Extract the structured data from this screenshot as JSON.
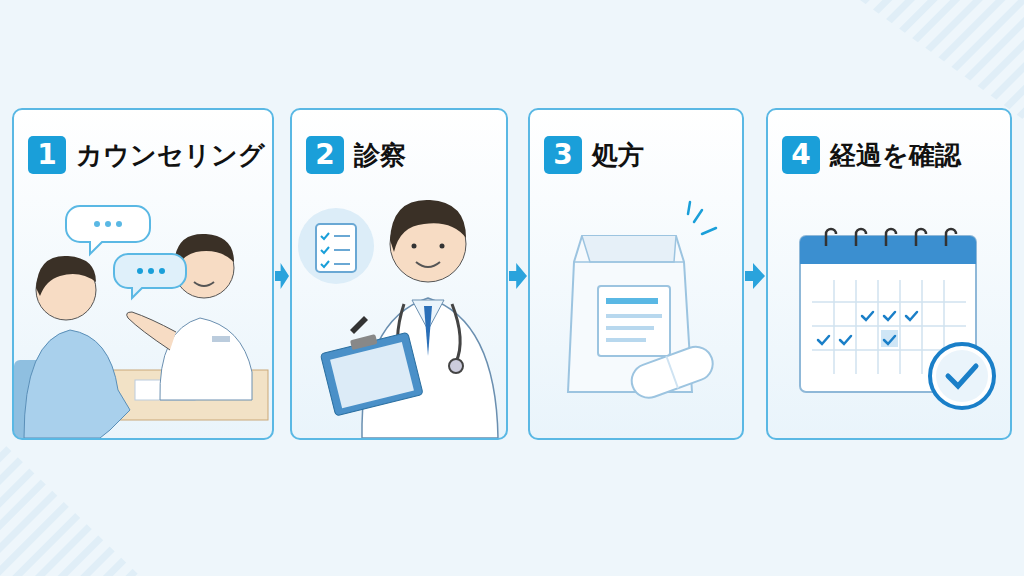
{
  "diagram": {
    "nodes": [
      {
        "text": [
          "1",
          "カウンセリング"
        ]
      },
      {
        "text": [
          "2",
          "診察"
        ]
      },
      {
        "text": [
          "3",
          "処方"
        ]
      },
      {
        "text": [
          "4",
          "経過を確認"
        ]
      }
    ],
    "edges": [
      {
        "from": 0,
        "to": 1,
        "arrow": "to"
      },
      {
        "from": 1,
        "to": 2,
        "arrow": "to"
      },
      {
        "from": 2,
        "to": 3,
        "arrow": "to"
      }
    ]
  }
}
